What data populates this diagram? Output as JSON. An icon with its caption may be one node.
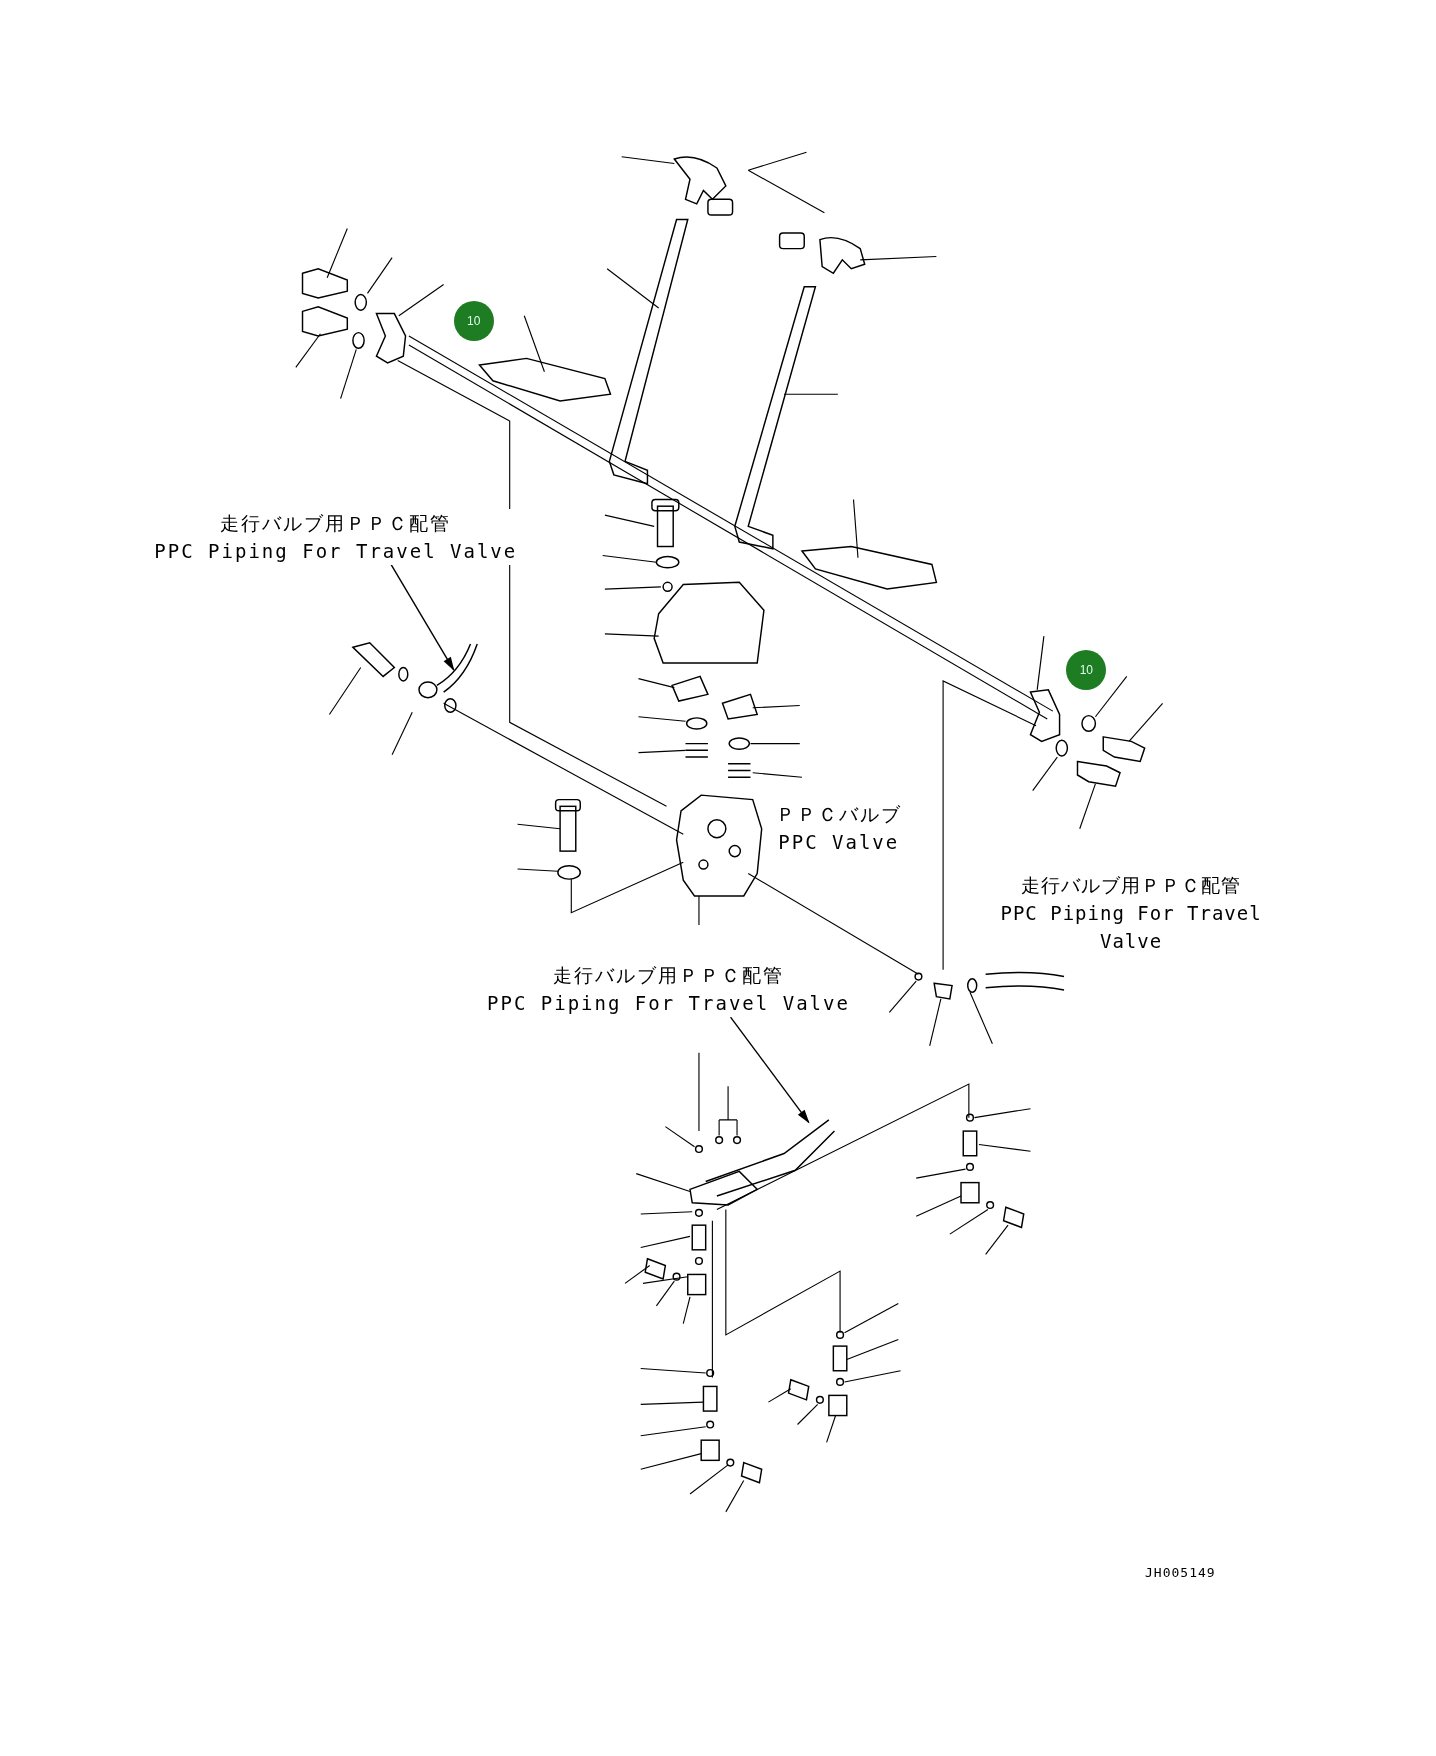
{
  "diagram": {
    "nodes": [
      {
        "text": [
          "10"
        ]
      },
      {
        "text": [
          "10"
        ]
      },
      {
        "text": [
          "走行バルブ用ＰＰＣ配管 PPC Piping For Travel Valve"
        ]
      },
      {
        "text": [
          "走行バルブ用ＰＰＣ配管 PPC Piping For Travel Valve"
        ]
      }
    ],
    "edges": [
      {
        "from": 2,
        "to": null,
        "arrow": "to"
      },
      {
        "from": 3,
        "to": null,
        "arrow": "to"
      }
    ],
    "labels": [
      "ＰＰＣバルブ PPC Valve",
      "走行バルブ用ＰＰＣ配管 PPC Piping For Travel Valve",
      "JH005149"
    ]
  }
}
